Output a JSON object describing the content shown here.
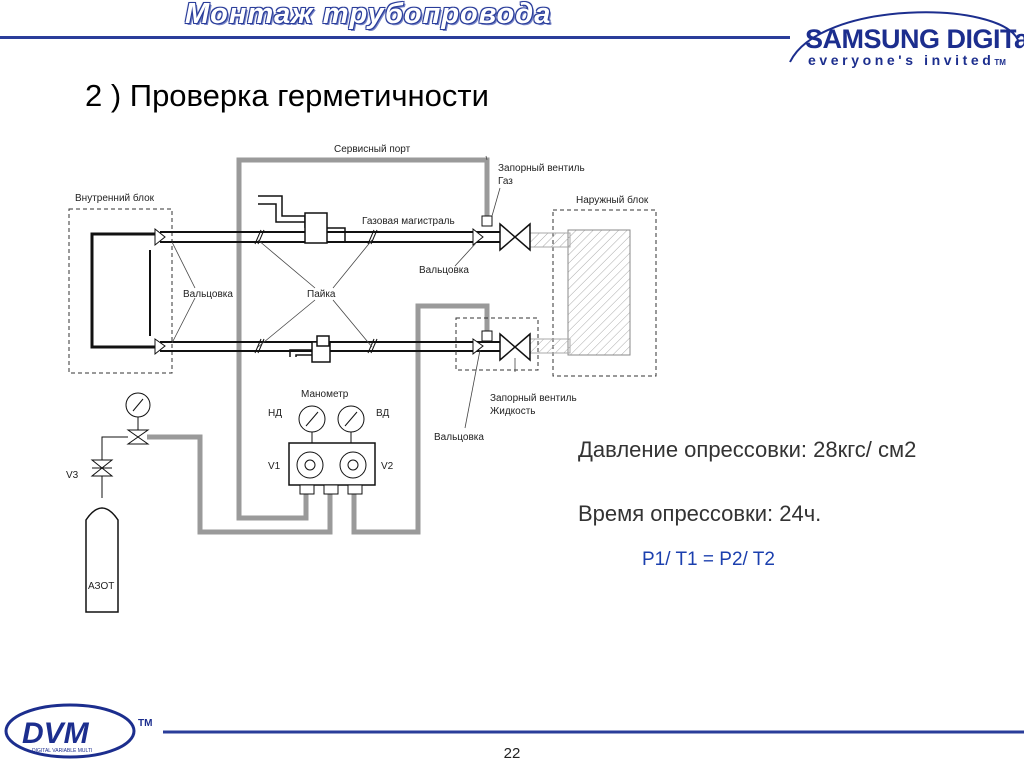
{
  "header": {
    "title": "Монтаж трубопровода",
    "brand_main": "SAMSUNG DIGITall",
    "brand_tagline": "everyone's invited",
    "brand_tm": "TM"
  },
  "slide_title": "2 ) Проверка герметичности",
  "diagram": {
    "service_port": "Сервисный порт",
    "indoor_unit": "Внутренний блок",
    "outdoor_unit": "Наружный блок",
    "shutoff_gas_1": "Запорный вентиль",
    "shutoff_gas_2": "Газ",
    "gas_line": "Газовая магистраль",
    "flare_1": "Вальцовка",
    "flare_2": "Вальцовка",
    "flare_3": "Вальцовка",
    "solder": "Пайка",
    "manometer": "Манометр",
    "low_pressure": "НД",
    "high_pressure": "ВД",
    "v1": "V1",
    "v2": "V2",
    "v3": "V3",
    "shutoff_liquid_1": "Запорный вентиль",
    "shutoff_liquid_2": "Жидкость",
    "nitrogen": "АЗОТ"
  },
  "info": {
    "pressure": "Давление опрессовки: 28кгс/ см2",
    "time": "Время опрессовки:  24ч.",
    "formula": "P1/ T1 = P2/ T2"
  },
  "footer": {
    "logo": "DVM",
    "logo_sub": "DIGITAL VARIABLE MULTI",
    "logo_tm": "TM",
    "page_number": "22"
  },
  "colors": {
    "brand_blue": "#1c2e8e",
    "header_line": "#2a3d9a",
    "formula_blue": "#1b3fae",
    "pipe_gray": "#9a9a9a"
  }
}
